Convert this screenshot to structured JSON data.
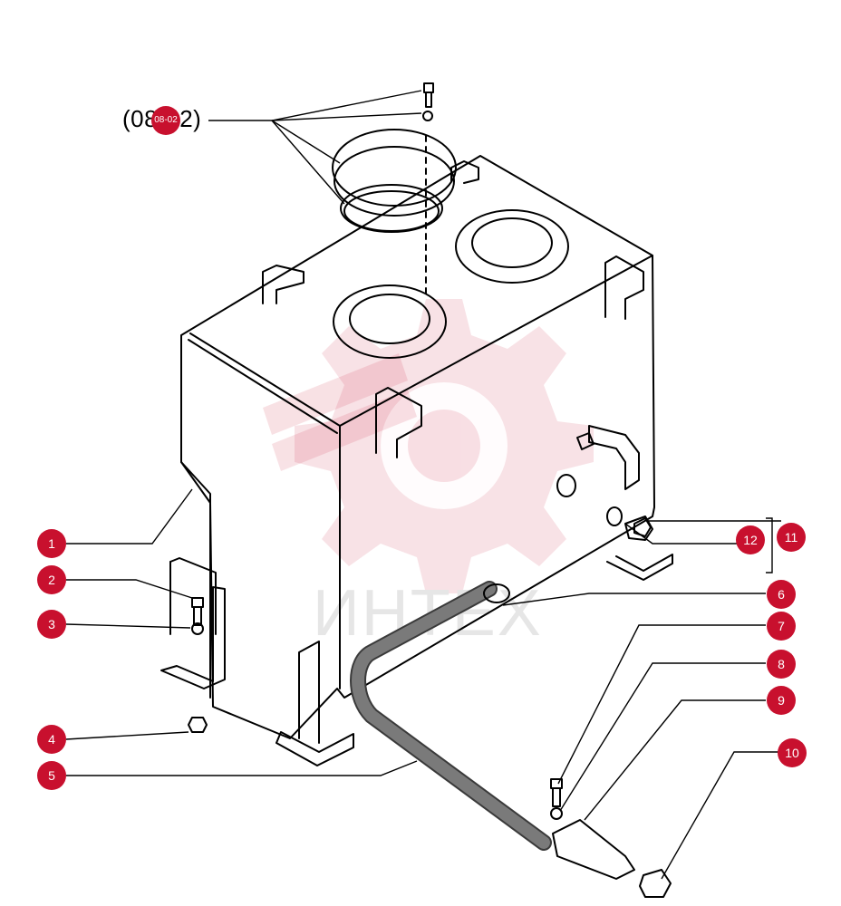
{
  "diagram": {
    "reference_label": "(08-02)",
    "reference_badge": "08-02",
    "watermark_text": "ИНТЕХ",
    "accent_color": "#c8102e",
    "callouts": [
      {
        "id": "1",
        "label": "1"
      },
      {
        "id": "2",
        "label": "2"
      },
      {
        "id": "3",
        "label": "3"
      },
      {
        "id": "4",
        "label": "4"
      },
      {
        "id": "5",
        "label": "5"
      },
      {
        "id": "6",
        "label": "6"
      },
      {
        "id": "7",
        "label": "7"
      },
      {
        "id": "8",
        "label": "8"
      },
      {
        "id": "9",
        "label": "9"
      },
      {
        "id": "10",
        "label": "10"
      },
      {
        "id": "11",
        "label": "11"
      },
      {
        "id": "12",
        "label": "12"
      }
    ]
  }
}
